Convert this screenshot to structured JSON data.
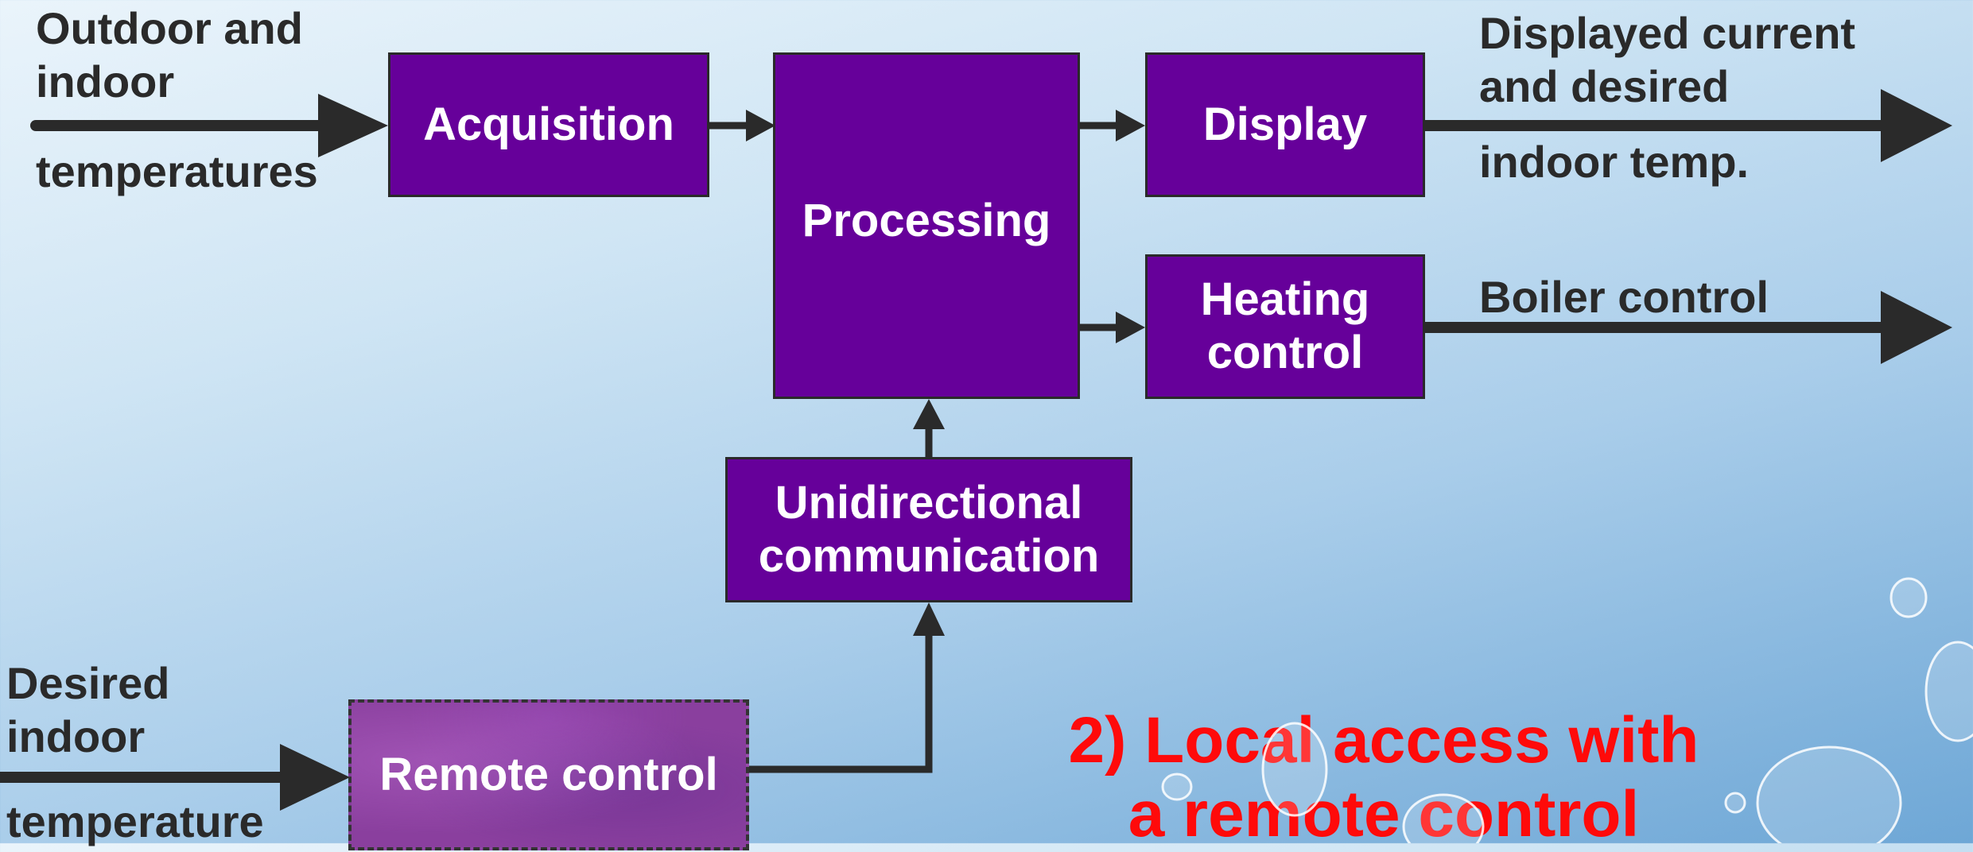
{
  "blocks": {
    "acquisition": "Acquisition",
    "processing": "Processing",
    "display": "Display",
    "heating_control": [
      "Heating",
      "control"
    ],
    "unidirectional": [
      "Unidirectional",
      "communication"
    ],
    "remote_control": "Remote control"
  },
  "inputs": {
    "outdoor_indoor": [
      "Outdoor and",
      "indoor"
    ],
    "outdoor_indoor_2": "temperatures",
    "desired": [
      "Desired",
      "indoor"
    ],
    "desired_2": "temperature"
  },
  "outputs": {
    "displayed": [
      "Displayed current",
      "and desired"
    ],
    "displayed_2": "indoor temp.",
    "boiler": "Boiler control"
  },
  "caption": [
    "2) Local access with",
    "a remote control"
  ],
  "colors": {
    "block": "#66009a",
    "caption": "#ff0a0a",
    "line": "#2a2a2a"
  }
}
